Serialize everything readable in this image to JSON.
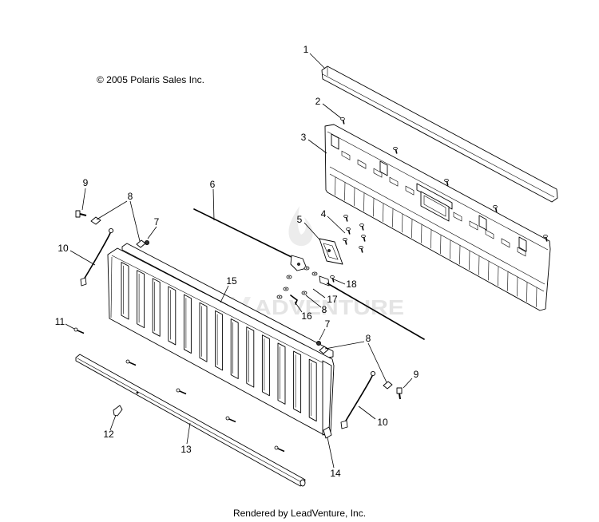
{
  "copyright": "© 2005 Polaris Sales Inc.",
  "watermark": "ADVENTURE",
  "footer": "Rendered by LeadVenture, Inc.",
  "callouts": [
    "1",
    "2",
    "3",
    "4",
    "5",
    "6",
    "7",
    "8",
    "9",
    "10",
    "15",
    "17",
    "18",
    "16",
    "8",
    "7",
    "8",
    "11",
    "9",
    "10",
    "12",
    "13",
    "14"
  ]
}
